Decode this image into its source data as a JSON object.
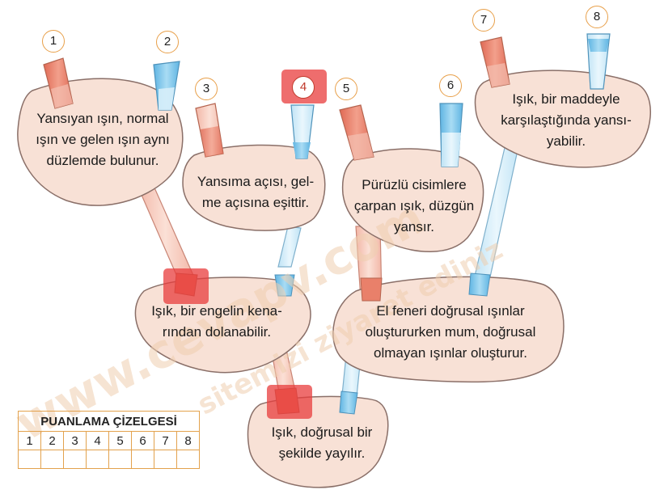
{
  "numbers": [
    "1",
    "2",
    "3",
    "4",
    "5",
    "6",
    "7",
    "8"
  ],
  "highlighted_number": "4",
  "statements": {
    "s1": [
      "Yansıyan ışın, normal",
      "ışın ve gelen ışın aynı",
      "düzlemde bulunur."
    ],
    "s2": [
      "Yansıma açısı, gel-",
      "me açısına eşittir."
    ],
    "s3": [
      "Pürüzlü cisimlere",
      "çarpan ışık, düzgün",
      "yansır."
    ],
    "s4": [
      "Işık, bir maddeyle",
      "karşılaştığında yansı-",
      "yabilir."
    ],
    "s5": [
      "Işık, bir engelin kena-",
      "rından dolanabilir."
    ],
    "s6": [
      "El feneri doğrusal ışınlar",
      "oluştururken mum, doğrusal",
      "olmayan ışınlar oluşturur."
    ],
    "s7": [
      "Işık, doğrusal bir",
      "şekilde yayılır."
    ]
  },
  "scoring_table": {
    "title": "PUANLAMA ÇİZELGESİ",
    "columns": [
      "1",
      "2",
      "3",
      "4",
      "5",
      "6",
      "7",
      "8"
    ]
  },
  "watermark": {
    "line1": "www.cevapv.com",
    "line2": "sitemizi ziyaret ediniz"
  },
  "colors": {
    "blob_fill": "#f8e1d6",
    "blob_stroke": "#8a6f68",
    "red_tube": "#e9806a",
    "blue_tube": "#7cc6ea",
    "highlight": "#e83c3c",
    "table_border": "#e3a24d"
  }
}
